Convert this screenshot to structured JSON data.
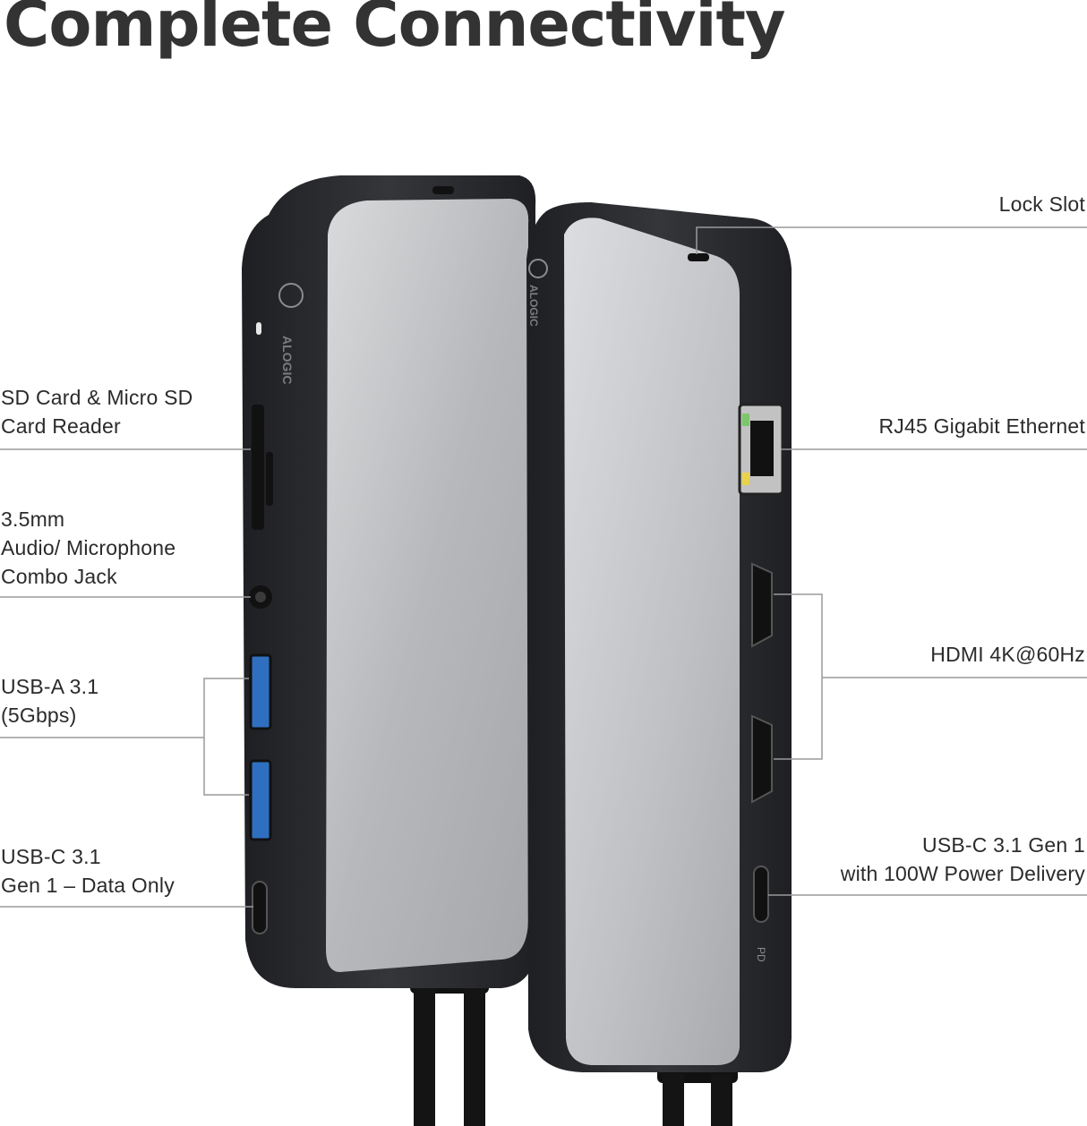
{
  "title": "Complete Connectivity",
  "brand": "ALOGIC",
  "pd_mark": "PD",
  "colors": {
    "shell_dark": "#2a2b2e",
    "panel_silver": "#b9babd",
    "usb_blue": "#2f6fc0",
    "cable": "#151515",
    "leader_line": "#9a9a9a"
  },
  "labels_left": {
    "sd_reader": [
      "SD Card & Micro SD",
      "Card Reader"
    ],
    "audio_jack": [
      "3.5mm",
      "Audio/ Microphone",
      "Combo Jack"
    ],
    "usb_a": [
      "USB-A 3.1",
      "(5Gbps)"
    ],
    "usb_c_data": [
      "USB-C 3.1",
      "Gen 1 – Data Only"
    ]
  },
  "labels_right": {
    "lock_slot": [
      "Lock Slot"
    ],
    "ethernet": [
      "RJ45 Gigabit Ethernet"
    ],
    "hdmi": [
      "HDMI 4K@60Hz"
    ],
    "usb_c_pd": [
      "USB-C 3.1 Gen 1",
      "with 100W Power Delivery"
    ]
  }
}
